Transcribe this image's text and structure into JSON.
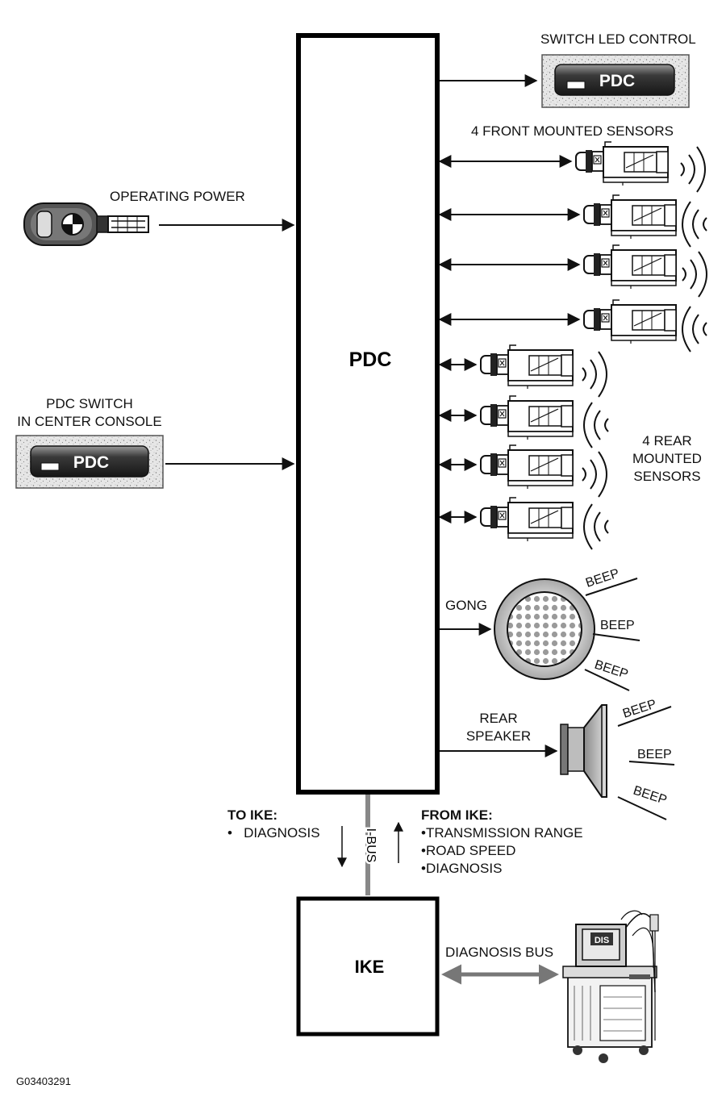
{
  "main_unit": {
    "label": "PDC"
  },
  "ike_unit": {
    "label": "IKE"
  },
  "switch_led": {
    "title": "SWITCH LED CONTROL",
    "button_label": "PDC"
  },
  "front_sensors": {
    "label": "4 FRONT MOUNTED SENSORS"
  },
  "operating_power": {
    "label": "OPERATING POWER"
  },
  "pdc_switch": {
    "line1": "PDC SWITCH",
    "line2": "IN CENTER CONSOLE",
    "button_label": "PDC"
  },
  "rear_sensors": {
    "line1": "4 REAR",
    "line2": "MOUNTED",
    "line3": "SENSORS"
  },
  "gong": {
    "label": "GONG",
    "beeps": [
      "BEEP",
      "BEEP",
      "BEEP"
    ]
  },
  "rear_speaker": {
    "line1": "REAR",
    "line2": "SPEAKER",
    "beeps": [
      "BEEP",
      "BEEP",
      "BEEP"
    ]
  },
  "to_ike": {
    "title": "TO IKE:",
    "items": [
      "DIAGNOSIS"
    ]
  },
  "from_ike": {
    "title": "FROM IKE:",
    "items": [
      "TRANSMISSION RANGE",
      "ROAD SPEED",
      "DIAGNOSIS"
    ]
  },
  "ibus": {
    "label": "I-BUS"
  },
  "diagnosis_bus": {
    "label": "DIAGNOSIS BUS"
  },
  "dis_tester": {
    "screen_label": "DIS"
  },
  "figure_id": {
    "label": "G03403291"
  }
}
